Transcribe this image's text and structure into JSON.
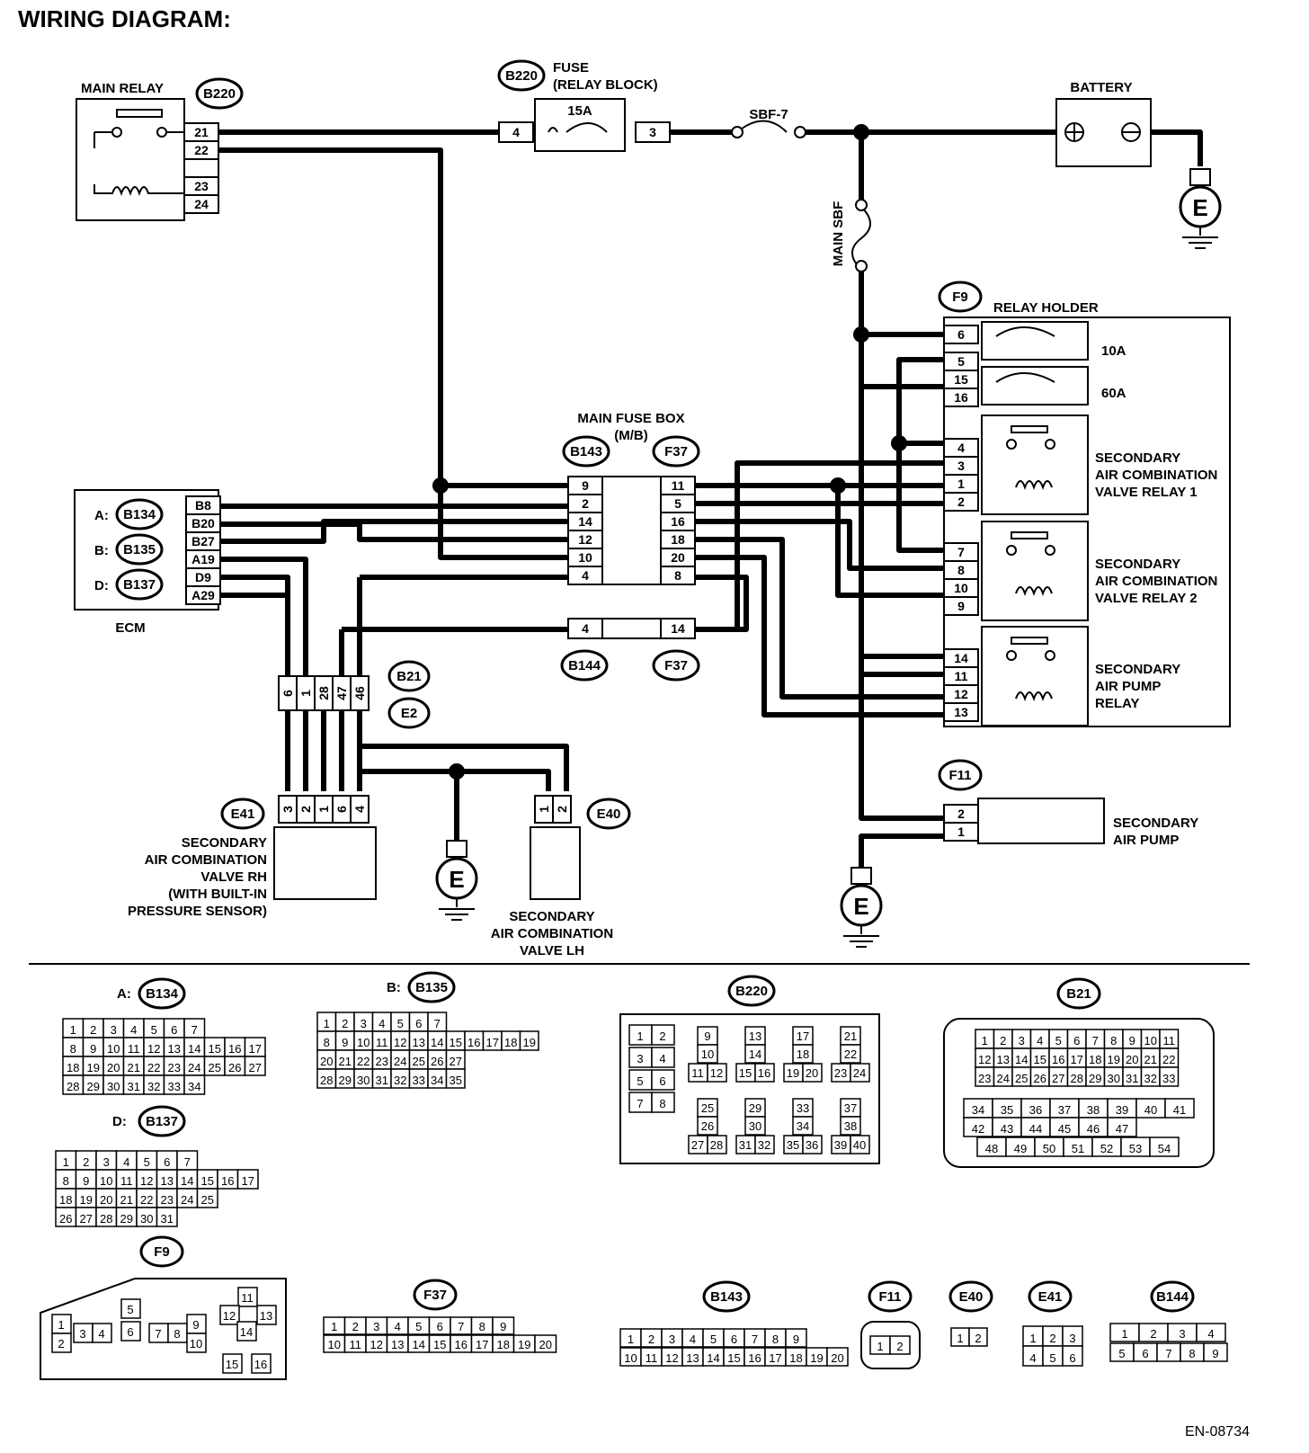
{
  "title": "WIRING DIAGRAM:",
  "figure_id": "EN-08734",
  "components": {
    "main_relay": "MAIN RELAY",
    "fuse": [
      "FUSE",
      "(RELAY BLOCK)"
    ],
    "fuse_rating": "15A",
    "sbf7": "SBF-7",
    "battery": "BATTERY",
    "main_sbf": "MAIN SBF",
    "relay_holder": "RELAY HOLDER",
    "fuse_10a": "10A",
    "fuse_60a": "60A",
    "relay1": [
      "SECONDARY",
      "AIR COMBINATION",
      "VALVE RELAY 1"
    ],
    "relay2": [
      "SECONDARY",
      "AIR COMBINATION",
      "VALVE RELAY 2"
    ],
    "pump_relay": [
      "SECONDARY",
      "AIR PUMP",
      "RELAY"
    ],
    "main_fuse_box": [
      "MAIN FUSE BOX",
      "(M/B)"
    ],
    "ecm": "ECM",
    "ecm_prefixes": [
      "A:",
      "B:",
      "D:"
    ],
    "valve_rh": [
      "SECONDARY",
      "AIR COMBINATION",
      "VALVE RH",
      "(WITH BUILT-IN",
      "PRESSURE SENSOR)"
    ],
    "valve_lh": [
      "SECONDARY",
      "AIR COMBINATION",
      "VALVE LH"
    ],
    "air_pump": [
      "SECONDARY",
      "AIR PUMP"
    ],
    "ground": "E"
  },
  "connectors": {
    "B220": "B220",
    "B143": "B143",
    "F37": "F37",
    "B144": "B144",
    "B134": "B134",
    "B135": "B135",
    "B137": "B137",
    "B21": "B21",
    "E2": "E2",
    "E41": "E41",
    "E40": "E40",
    "F9": "F9",
    "F11": "F11"
  },
  "pins": {
    "main_relay": [
      "21",
      "22",
      "23",
      "24"
    ],
    "fuse": [
      "4",
      "3"
    ],
    "ecm": [
      "B8",
      "B20",
      "B27",
      "A19",
      "D9",
      "A29"
    ],
    "b143": [
      "9",
      "2",
      "14",
      "12",
      "10",
      "4"
    ],
    "f37": [
      "11",
      "5",
      "16",
      "18",
      "20",
      "8"
    ],
    "b144": [
      "4"
    ],
    "f37b": [
      "14"
    ],
    "b21": [
      "6",
      "1",
      "28",
      "47",
      "46"
    ],
    "e41": [
      "3",
      "2",
      "1",
      "6",
      "4"
    ],
    "e40": [
      "1",
      "2"
    ],
    "f9": [
      "6",
      "5",
      "15",
      "16",
      "4",
      "3",
      "1",
      "2",
      "7",
      "8",
      "10",
      "9",
      "14",
      "11",
      "12",
      "13"
    ],
    "f11": [
      "2",
      "1"
    ]
  },
  "pinouts": {
    "A:": "A:",
    "B:": "B:",
    "D:": "D:",
    "b134": [
      [
        "1",
        "2",
        "3",
        "4",
        "5",
        "6",
        "7"
      ],
      [
        "8",
        "9",
        "10",
        "11",
        "12",
        "13",
        "14",
        "15",
        "16",
        "17"
      ],
      [
        "18",
        "19",
        "20",
        "21",
        "22",
        "23",
        "24",
        "25",
        "26",
        "27"
      ],
      [
        "28",
        "29",
        "30",
        "31",
        "32",
        "33",
        "34"
      ]
    ],
    "b135": [
      [
        "1",
        "2",
        "3",
        "4",
        "5",
        "6",
        "7"
      ],
      [
        "8",
        "9",
        "10",
        "11",
        "12",
        "13",
        "14",
        "15",
        "16",
        "17",
        "18",
        "19"
      ],
      [
        "20",
        "21",
        "22",
        "23",
        "24",
        "25",
        "26",
        "27"
      ],
      [
        "28",
        "29",
        "30",
        "31",
        "32",
        "33",
        "34",
        "35"
      ]
    ],
    "b137": [
      [
        "1",
        "2",
        "3",
        "4",
        "5",
        "6",
        "7"
      ],
      [
        "8",
        "9",
        "10",
        "11",
        "12",
        "13",
        "14",
        "15",
        "16",
        "17"
      ],
      [
        "18",
        "19",
        "20",
        "21",
        "22",
        "23",
        "24",
        "25"
      ],
      [
        "26",
        "27",
        "28",
        "29",
        "30",
        "31"
      ]
    ],
    "b220": [
      "1",
      "2",
      "3",
      "4",
      "5",
      "6",
      "7",
      "8",
      "9",
      "10",
      "11",
      "12",
      "13",
      "14",
      "15",
      "16",
      "17",
      "18",
      "19",
      "20",
      "21",
      "22",
      "23",
      "24",
      "25",
      "26",
      "27",
      "28",
      "29",
      "30",
      "31",
      "32",
      "33",
      "34",
      "35",
      "36",
      "37",
      "38",
      "39",
      "40"
    ],
    "b21": [
      [
        "1",
        "2",
        "3",
        "4",
        "5",
        "6",
        "7",
        "8",
        "9",
        "10",
        "11"
      ],
      [
        "12",
        "13",
        "14",
        "15",
        "16",
        "17",
        "18",
        "19",
        "20",
        "21",
        "22"
      ],
      [
        "23",
        "24",
        "25",
        "26",
        "27",
        "28",
        "29",
        "30",
        "31",
        "32",
        "33"
      ],
      [
        "34",
        "35",
        "36",
        "37",
        "38",
        "39",
        "40",
        "41"
      ],
      [
        "42",
        "43",
        "44",
        "45",
        "46",
        "47"
      ],
      [
        "48",
        "49",
        "50",
        "51",
        "52",
        "53",
        "54"
      ]
    ],
    "f9": [
      "1",
      "2",
      "3",
      "4",
      "5",
      "6",
      "7",
      "8",
      "9",
      "10",
      "11",
      "12",
      "13",
      "14",
      "15",
      "16"
    ],
    "f37": [
      [
        "1",
        "2",
        "3",
        "4",
        "5",
        "6",
        "7",
        "8",
        "9"
      ],
      [
        "10",
        "11",
        "12",
        "13",
        "14",
        "15",
        "16",
        "17",
        "18",
        "19",
        "20"
      ]
    ],
    "b143": [
      [
        "1",
        "2",
        "3",
        "4",
        "5",
        "6",
        "7",
        "8",
        "9"
      ],
      [
        "10",
        "11",
        "12",
        "13",
        "14",
        "15",
        "16",
        "17",
        "18",
        "19",
        "20"
      ]
    ],
    "f11": [
      "1",
      "2"
    ],
    "e40": [
      "1",
      "2"
    ],
    "e41": [
      [
        "1",
        "2",
        "3"
      ],
      [
        "4",
        "5",
        "6"
      ]
    ],
    "b144": [
      [
        "1",
        "2",
        "3",
        "4"
      ],
      [
        "5",
        "6",
        "7",
        "8",
        "9"
      ]
    ]
  }
}
